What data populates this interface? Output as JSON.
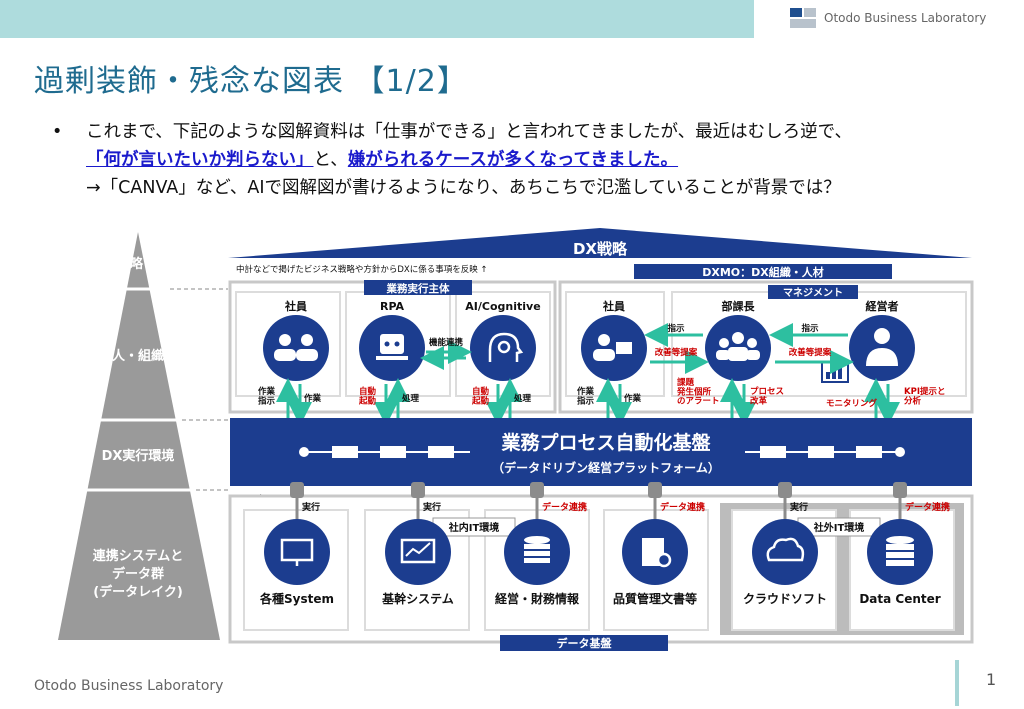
{
  "header": {
    "brand": "Otodo Business Laboratory"
  },
  "title": "過剰装飾・残念な図表 【1/2】",
  "bullet": {
    "line1": "これまで、下記のような図解資料は「仕事ができる」と言われてきましたが、最近はむしろ逆で、",
    "line2_hl1": "「何が言いたいか判らない」",
    "line2_mid": "と、",
    "line2_hl2": "嫌がられるケースが多くなってきました。",
    "line3": "→「CANVA」など、AIで図解図が書けるようになり、あちこちで氾濫していることが背景では？"
  },
  "pyramid": {
    "levels": [
      "戦略",
      "人・組織",
      "DX実行環境",
      "連携システムと",
      "データ群",
      "(データレイク)"
    ]
  },
  "diagram": {
    "dx_strategy": "DX戦略",
    "subtitle": "中計などで掲げたビジネス戦略や方針からDXに係る事項を反映 ↑",
    "dxmo": "DXMO：DX組織・人材",
    "exec_body": "業務実行主体",
    "management": "マネジメント",
    "actors": {
      "employee1": "社員",
      "rpa": "RPA",
      "ai": "AI/Cognitive",
      "employee2": "社員",
      "manager": "部課長",
      "executive": "経営者"
    },
    "arrow_labels": {
      "work_instr": "作業\n指示",
      "work": "作業",
      "auto_start": "自動\n起動",
      "process": "処理",
      "func_link": "機能連携",
      "instruction": "指示",
      "improve": "改善等提案",
      "issue": "課題\n発生個所\nのアラート",
      "process_reform": "プロセス\n改革",
      "monitoring": "モニタリング",
      "kpi": "KPI提示と\n分析"
    },
    "platform_title": "業務プロセス自動化基盤",
    "platform_sub": "（データドリブン経営プラットフォーム）",
    "plug_labels": {
      "exec": "実行",
      "data": "データ連携"
    },
    "internal_it": "社内IT環境",
    "external_it": "社外IT環境",
    "systems": [
      "各種System",
      "基幹システム",
      "経営・財務情報",
      "品質管理文書等",
      "クラウドソフト",
      "Data Center"
    ],
    "data_base": "データ基盤"
  },
  "footer": {
    "brand": "Otodo Business Laboratory",
    "page": "1"
  },
  "colors": {
    "navy": "#1c3d8f",
    "teal": "#2dbfa0",
    "topbar": "#aedcdd",
    "title": "#1f6b8f",
    "gray": "#9a9a9a"
  }
}
